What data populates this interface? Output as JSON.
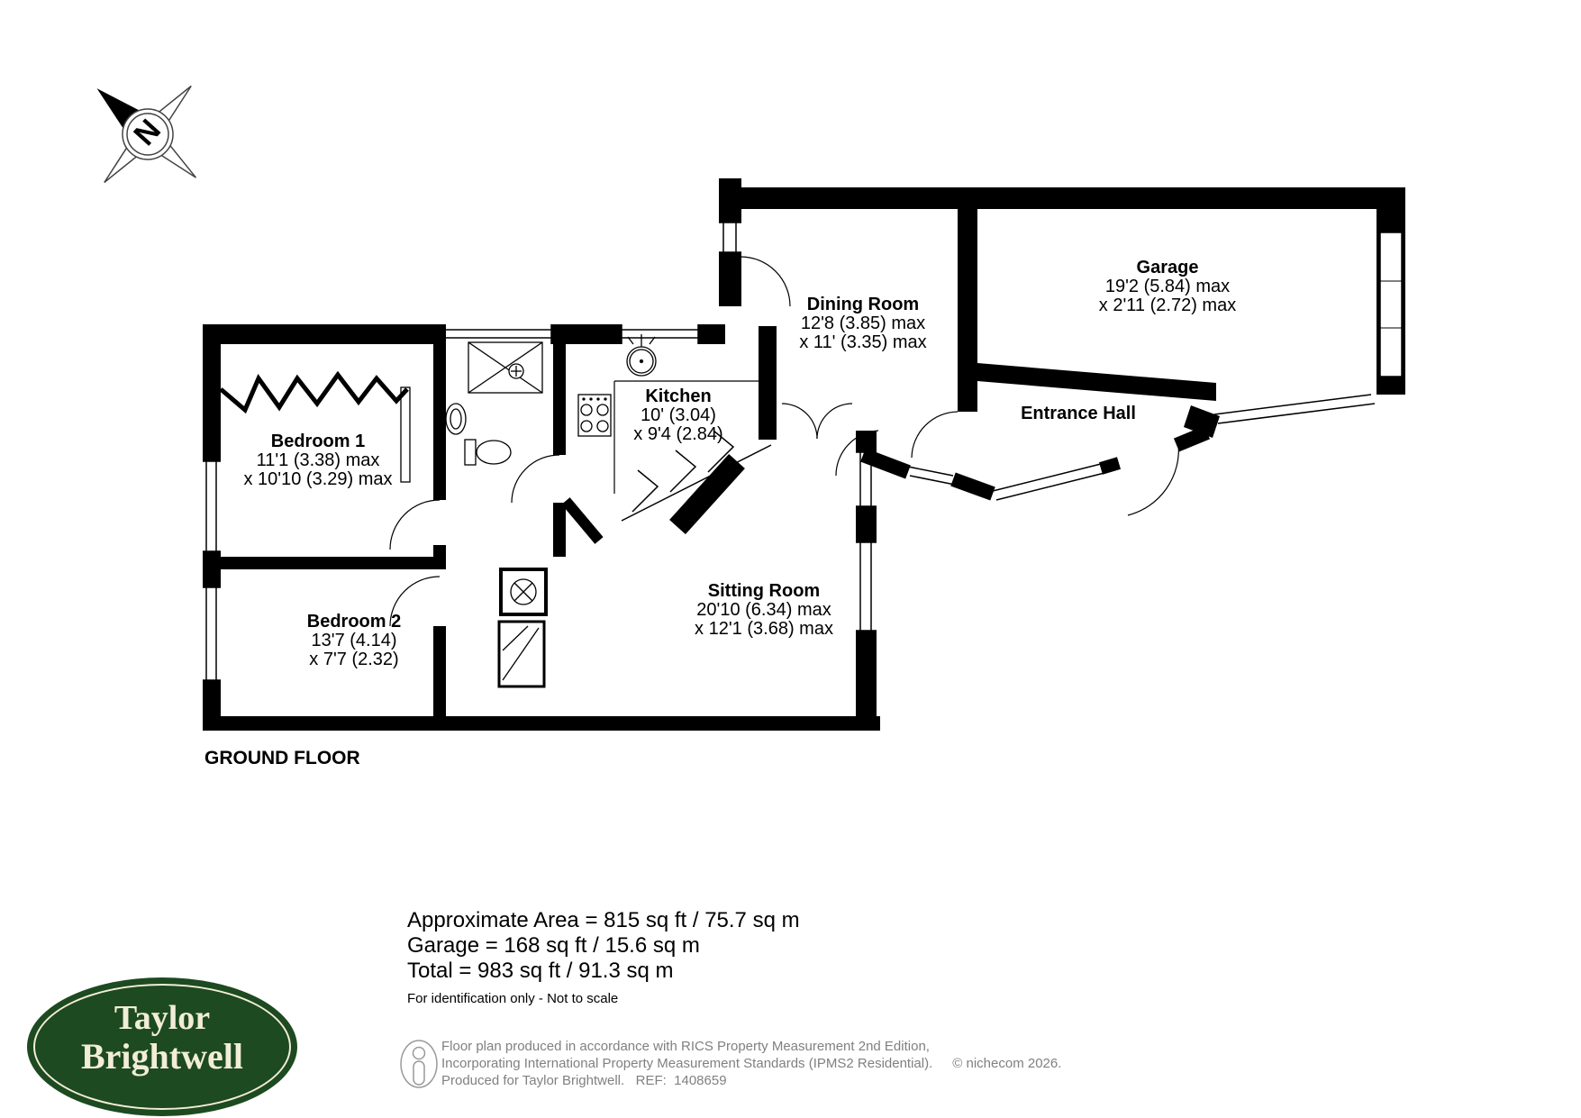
{
  "compass": {
    "label": "N"
  },
  "floorplan": {
    "floor_label": "GROUND FLOOR",
    "rooms": [
      {
        "id": "bedroom1",
        "name": "Bedroom 1",
        "dim1": "11'1 (3.38) max",
        "dim2": "x 10'10 (3.29) max"
      },
      {
        "id": "bedroom2",
        "name": "Bedroom 2",
        "dim1": "13'7 (4.14)",
        "dim2": "x 7'7 (2.32)"
      },
      {
        "id": "kitchen",
        "name": "Kitchen",
        "dim1": "10' (3.04)",
        "dim2": "x 9'4 (2.84)"
      },
      {
        "id": "dining-room",
        "name": "Dining Room",
        "dim1": "12'8 (3.85) max",
        "dim2": "x 11' (3.35) max"
      },
      {
        "id": "garage",
        "name": "Garage",
        "dim1": "19'2 (5.84) max",
        "dim2": "x 2'11 (2.72) max"
      },
      {
        "id": "entrance-hall",
        "name": "Entrance Hall"
      },
      {
        "id": "sitting-room",
        "name": "Sitting Room",
        "dim1": "20'10 (6.34) max",
        "dim2": "x 12'1 (3.68) max"
      }
    ]
  },
  "summary": {
    "line1": "Approximate Area = 815 sq ft / 75.7 sq m",
    "line2": "Garage = 168 sq ft / 15.6 sq m",
    "line3": "Total = 983 sq ft / 91.3 sq m",
    "disclaimer": "For identification only - Not to scale"
  },
  "footer": {
    "line1": "Floor plan produced in accordance with RICS Property Measurement 2nd Edition,",
    "line2": "Incorporating International Property Measurement Standards (IPMS2 Residential).",
    "copyright": "© nichecom 2026.",
    "line3": "Produced for Taylor Brightwell.   REF:  1408659"
  },
  "logo": {
    "line1": "Taylor",
    "line2": "Brightwell",
    "bg_color": "#1d4a20",
    "text_color": "#f2edd8"
  }
}
